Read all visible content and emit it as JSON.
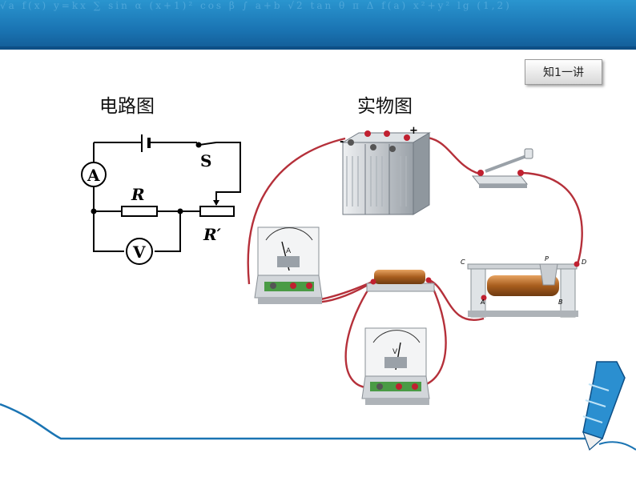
{
  "header": {
    "banner_text": "√a  f(x)  y=kx  ∑  sin α  (x+1)²  cos β  ∫  a+b  √2  tan θ  π  Δ  f(a)  x²+y²  lg  (1,2)"
  },
  "lesson_tag": "知1一讲",
  "captions": {
    "circuit_diagram": "电路图",
    "physical_diagram": "实物图"
  },
  "circuit": {
    "ammeter": "A",
    "voltmeter": "V",
    "switch": "S",
    "resistor": "R",
    "rheostat": "R′"
  },
  "apparatus": {
    "battery_minus": "-",
    "battery_plus": "+",
    "ammeter_face": "A",
    "voltmeter_face": "V",
    "rheostat_terminals": [
      "C",
      "P",
      "D",
      "A",
      "B"
    ]
  },
  "colors": {
    "banner": "#1a74b3",
    "wire": "#b5303a",
    "coil": "#c47a32"
  }
}
